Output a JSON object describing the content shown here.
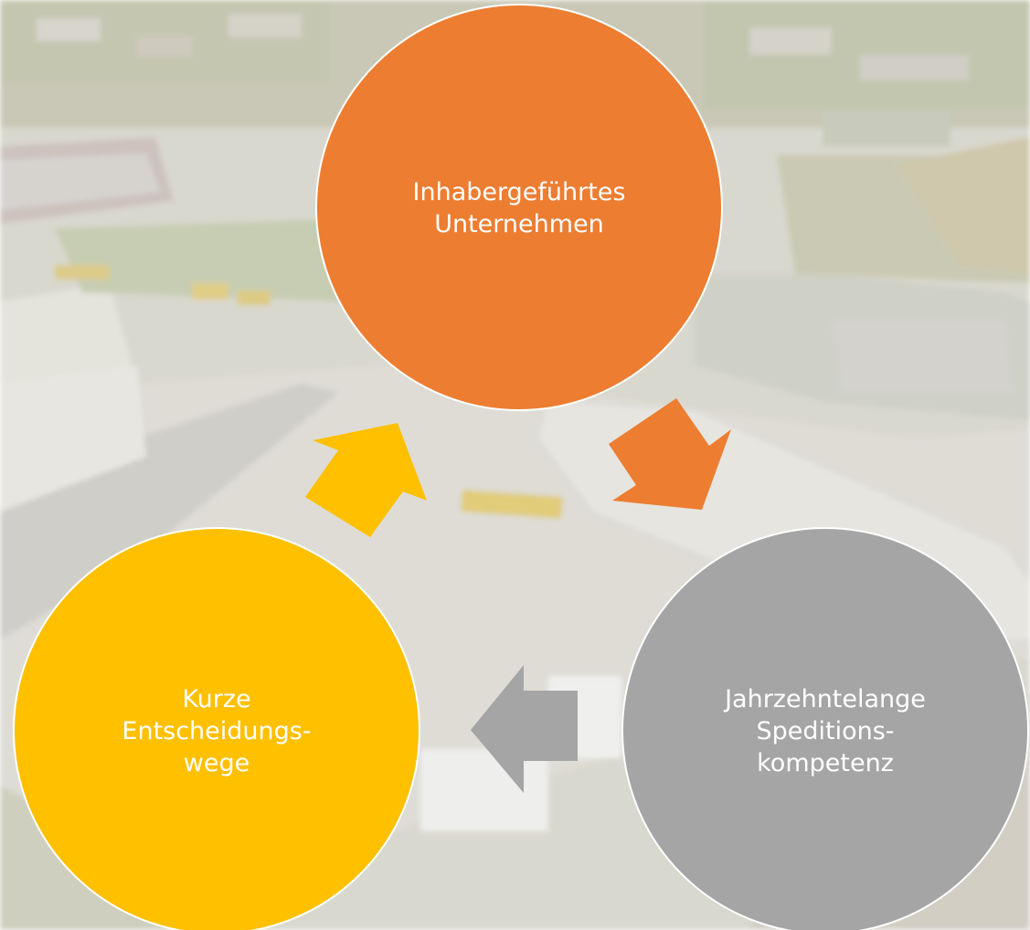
{
  "colors": {
    "orange": "#ED7D31",
    "yellow": "#FFC000",
    "gray": "#A5A5A5",
    "circle_border": "#ffffff",
    "text": "#ffffff"
  },
  "background": {
    "description_icon": "aerial-logistics-site-photo"
  },
  "cycle": {
    "top": {
      "label": "Inhabergeführtes\nUnternehmen"
    },
    "right": {
      "label": "Jahrzehntelange\nSpeditions-\nkompetenz"
    },
    "left": {
      "label": "Kurze\nEntscheidungs-\nwege"
    }
  },
  "arrows": [
    {
      "icon": "arrow-right-down-icon",
      "color": "orange"
    },
    {
      "icon": "arrow-left-icon",
      "color": "gray"
    },
    {
      "icon": "arrow-up-right-icon",
      "color": "yellow"
    }
  ]
}
